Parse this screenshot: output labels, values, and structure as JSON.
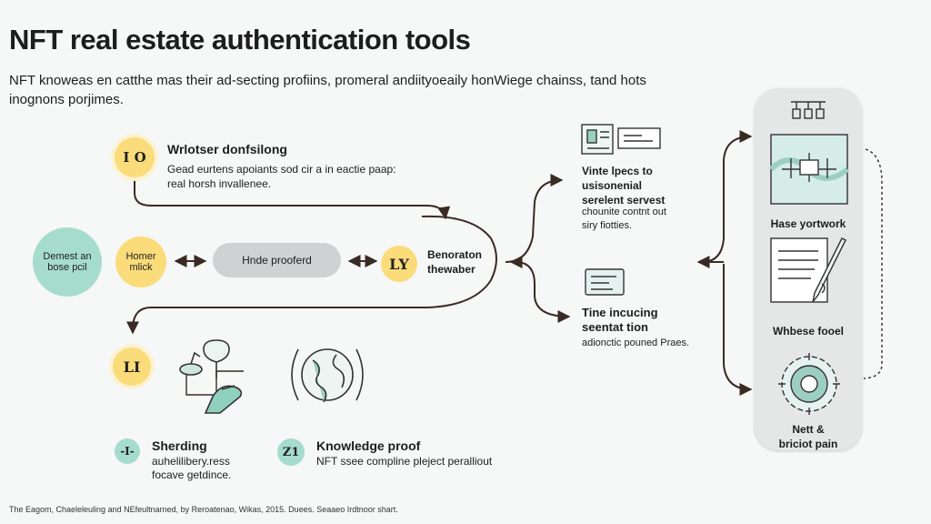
{
  "header": {
    "title": "NFT real estate authentication tools",
    "subtitle_line1": "NFT knoweas en catthe mas their ad-secting profiins, promeral andiityoeaily  honWiege chainss, tand hots",
    "subtitle_line2": "inognons porjimes."
  },
  "left_flow": {
    "top_step": {
      "badge": "I O",
      "heading": "Wrlotser donfsilong",
      "body_line1": "Gead eurtens apoiants sod cir a in eactie paap:",
      "body_line2": "real horsh invallenee."
    },
    "teal_start": {
      "label_line1": "Demest an",
      "label_line2": "bose pcil"
    },
    "yellow_mid": {
      "label_line1": "Homer",
      "label_line2": "mlick"
    },
    "pill": {
      "label": "Hnde prooferd"
    },
    "right_node": {
      "badge": "LY",
      "label_line1": "Benoraton",
      "label_line2": "thewaber"
    },
    "lower_badge": {
      "badge": "LI"
    },
    "sharding": {
      "badge": "-I-",
      "heading": "Sherding",
      "body_line1": "auhelilibery.ress",
      "body_line2": "focave getdince."
    },
    "knowledge": {
      "badge": "Z1",
      "heading": "Knowledge proof",
      "body_line1": "NFT ssee compline pleject peralliout"
    }
  },
  "middle_branches": {
    "top": {
      "heading_line1": "Vinte lpecs to",
      "heading_line2": "usisonenial",
      "heading_line3": "serelent servest",
      "body_line1": "chounite contnt out",
      "body_line2": "siry fiotties."
    },
    "bottom": {
      "heading_line1": "Tine incucing",
      "heading_line2": "seentat tion",
      "body_line1": "adionctic pouned Praes."
    }
  },
  "right_panel": {
    "item1": {
      "label": "Hase yortwork"
    },
    "item2": {
      "label": "Whbese fooel"
    },
    "item3": {
      "label_line1": "Nett &",
      "label_line2": "briciot pain"
    }
  },
  "footer": {
    "text": "The Eagom, Chaeleleuling and NEfeultnarned, by Reroatenao, Wikas, 2015. Duees. Seaaeo Irdtnoor shart."
  },
  "colors": {
    "yellow": "#fbdc7a",
    "teal": "#a6dccd",
    "line": "#3a2a24",
    "pill": "#cfd1d2",
    "panel": "#e5e7e7"
  }
}
